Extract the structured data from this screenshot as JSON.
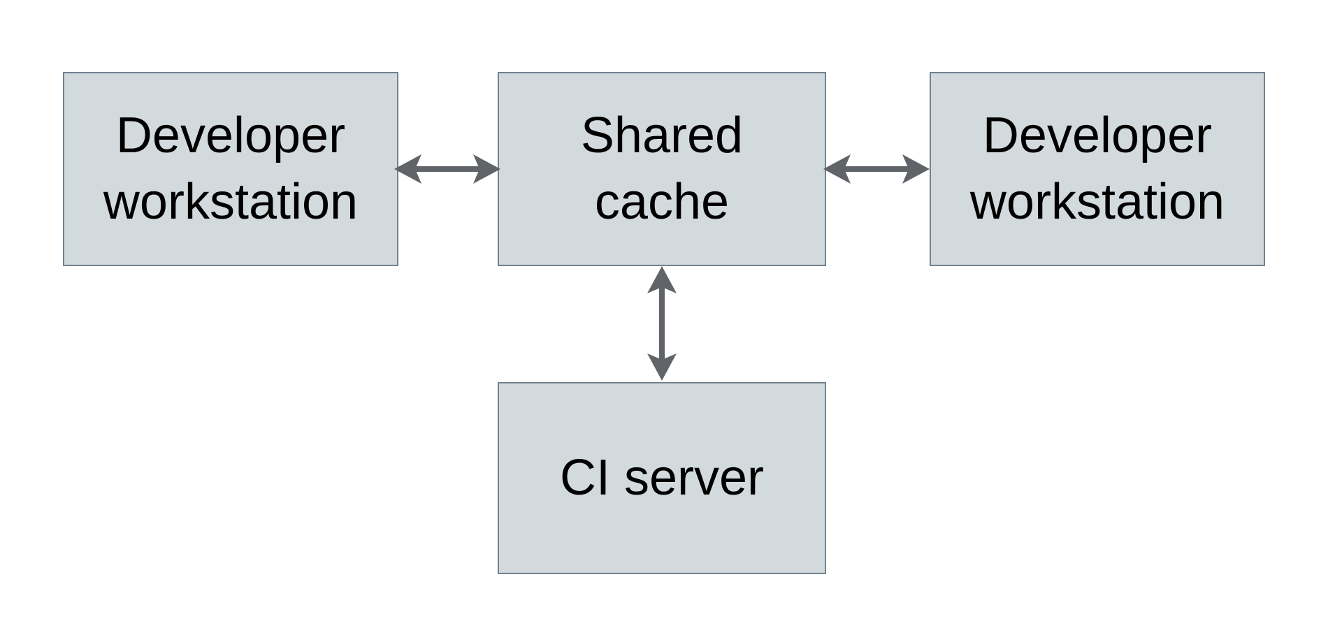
{
  "diagram": {
    "type": "architecture-diagram",
    "nodes": [
      {
        "id": "developer-workstation-left",
        "label": "Developer\nworkstation"
      },
      {
        "id": "shared-cache",
        "label": "Shared\ncache"
      },
      {
        "id": "developer-workstation-right",
        "label": "Developer\nworkstation"
      },
      {
        "id": "ci-server",
        "label": "CI server"
      }
    ],
    "edges": [
      {
        "from": "developer-workstation-left",
        "to": "shared-cache",
        "direction": "bidirectional",
        "orientation": "horizontal"
      },
      {
        "from": "shared-cache",
        "to": "developer-workstation-right",
        "direction": "bidirectional",
        "orientation": "horizontal"
      },
      {
        "from": "shared-cache",
        "to": "ci-server",
        "direction": "bidirectional",
        "orientation": "vertical"
      }
    ],
    "colors": {
      "background": "#ffffff",
      "node_fill": "#d3dade",
      "node_border": "#71828e",
      "arrow": "#606468",
      "text": "#000000"
    }
  }
}
